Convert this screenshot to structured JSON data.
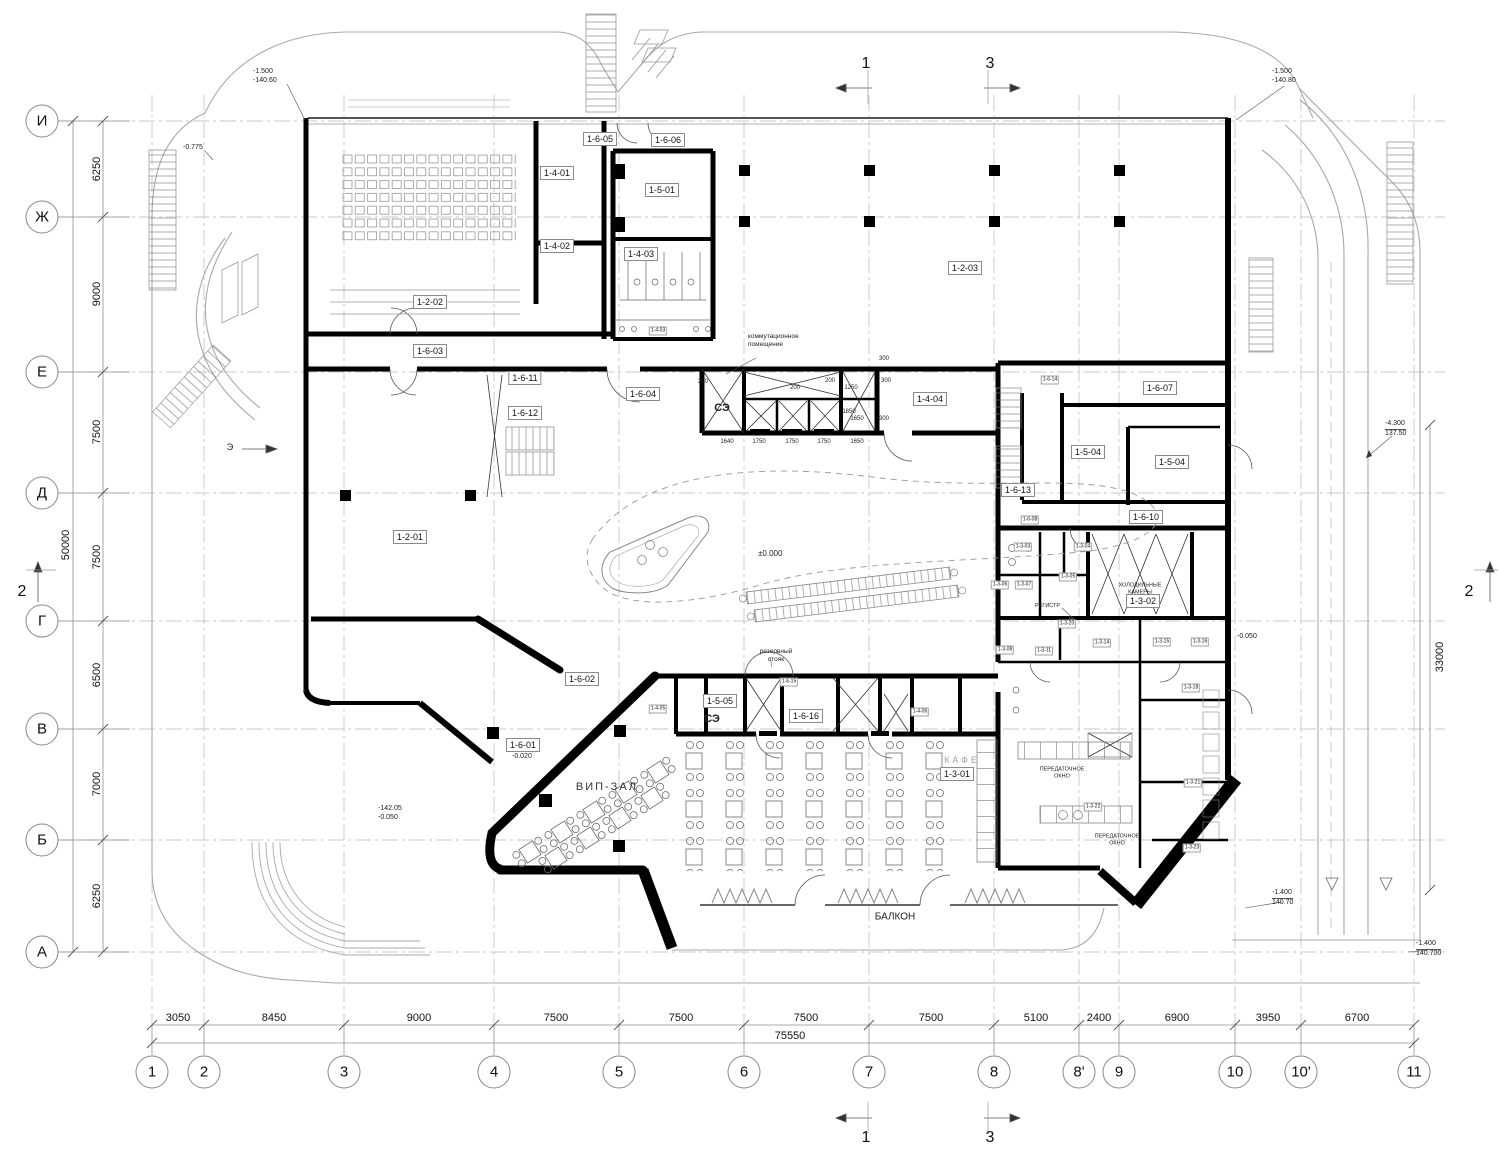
{
  "axes": {
    "rows": [
      "И",
      "Ж",
      "Е",
      "Д",
      "Г",
      "В",
      "Б",
      "А"
    ],
    "row_dims": [
      "6250",
      "9000",
      "7500",
      "7500",
      "6500",
      "7000",
      "6250"
    ],
    "row_total": "50000",
    "cols": [
      "1",
      "2",
      "3",
      "4",
      "5",
      "6",
      "7",
      "8",
      "8'",
      "9",
      "10",
      "10'",
      "11"
    ],
    "col_dims": [
      "3050",
      "8450",
      "9000",
      "7500",
      "7500",
      "7500",
      "7500",
      "5100",
      "2400",
      "6900",
      "3950",
      "6700"
    ],
    "col_total": "75550",
    "right_dim": "33000"
  },
  "sections": {
    "s1": "1",
    "s2": "2",
    "s3": "3"
  },
  "rooms": {
    "r1201": "1-2-01",
    "r1202": "1-2-02",
    "r1203": "1-2-03",
    "r1301": "1-3-01",
    "r1302": "1-3-02",
    "r1303": "1-3-03",
    "r1304": "1-3-04",
    "r1305": "1-3-05",
    "r1306": "1-3-06",
    "r1307": "1-3-07",
    "r1308": "1-3-08",
    "r1311": "1-3-11",
    "r1314": "1-3-14",
    "r1315": "1-3-15",
    "r1316": "1-3-16",
    "r1318": "1-3-18",
    "r1320": "1-3-20",
    "r1321": "1-3-21",
    "r1322": "1-3-22",
    "r1323": "1-3-23",
    "r1401": "1-4-01",
    "r1402": "1-4-02",
    "r1403": "1-4-03",
    "r1404": "1-4-04",
    "r1405": "1-4-05",
    "r1406": "1-4-06",
    "r1501": "1-5-01",
    "r1504": "1-5-04",
    "r1505": "1-5-05",
    "r1601": "1-6-01",
    "r1602": "1-6-02",
    "r1603": "1-6-03",
    "r1604": "1-6-04",
    "r1605": "1-6-05",
    "r1606": "1-6-06",
    "r1607": "1-6-07",
    "r1608": "1-6-08",
    "r1610": "1-6-10",
    "r1611": "1-6-11",
    "r1612": "1-6-12",
    "r1613": "1-6-13",
    "r1614": "1-6-14",
    "r1615": "1-6-15",
    "r1616": "1-6-16"
  },
  "texts": {
    "vip_hall": "ВИП-ЗАЛ",
    "balcony": "БАЛКОН",
    "cafe": "КАФЕ",
    "se": "СЭ",
    "comm_room_1": "коммутационное",
    "comm_room_2": "помещение",
    "reserve_1": "резервный",
    "reserve_2": "стояк",
    "cold_1": "ХОЛОДИЛЬНЫЕ",
    "cold_2": "КАМЕРЫ",
    "pass_1": "ПЕРЕДАТОЧНОЕ",
    "pass_2": "ОКНО",
    "registr": "РЕГИСТР",
    "evac": "Э"
  },
  "elevations": {
    "tl_1": "-1.500",
    "tl_2": "-140.60",
    "tr_1": "-1.500",
    "tr_2": "-140.80",
    "stair_tl": "-0.775",
    "zero": "±0.000",
    "vip_corr": "-0.020",
    "ll_1": "-142.05",
    "ll_2": "-0.050",
    "right_1": "-4.300",
    "right_2": "137.50",
    "balc_1": "-1.400",
    "balc_2": "140.70",
    "br_1": "-1.400",
    "br_2": "140.700",
    "mid_right": "-0.050"
  },
  "dims_small": {
    "d200": "200",
    "d300": "300",
    "d1250": "1250",
    "d1850": "1850",
    "d1650": "1650",
    "d1640": "1640",
    "d1750": "1750"
  },
  "colors": {
    "wall": "#000000",
    "grid": "#c9c9c9",
    "light": "#a8a8a8"
  }
}
